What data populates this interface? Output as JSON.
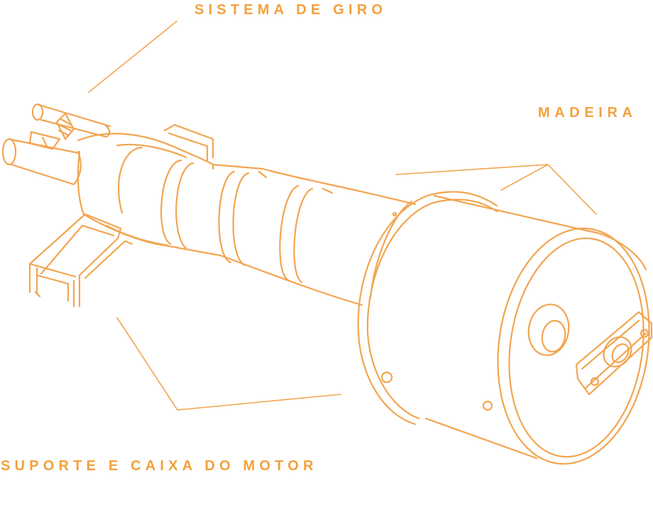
{
  "diagram": {
    "accent": "#F4A03C",
    "stroke": "#F2A550",
    "labels": {
      "rotation_system": "SISTEMA DE GIRO",
      "wood": "MADEIRA",
      "motor_support": "SUPORTE E CAIXA DO MOTOR"
    }
  }
}
